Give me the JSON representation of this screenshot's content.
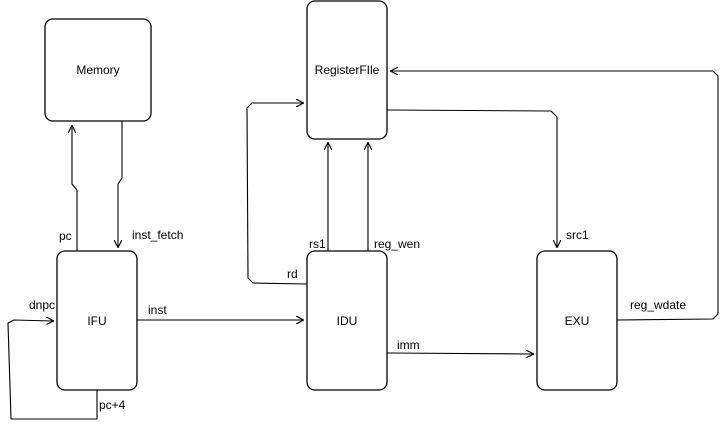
{
  "nodes": {
    "memory": "Memory",
    "register_file": "RegisterFIle",
    "ifu": "IFU",
    "idu": "IDU",
    "exu": "EXU"
  },
  "edges": {
    "pc": "pc",
    "inst_fetch": "inst_fetch",
    "dnpc": "dnpc",
    "pc_plus_4": "pc+4",
    "inst": "inst",
    "rd": "rd",
    "rs1": "rs1",
    "reg_wen": "reg_wen",
    "src1": "src1",
    "imm": "imm",
    "reg_wdate": "reg_wdate"
  }
}
